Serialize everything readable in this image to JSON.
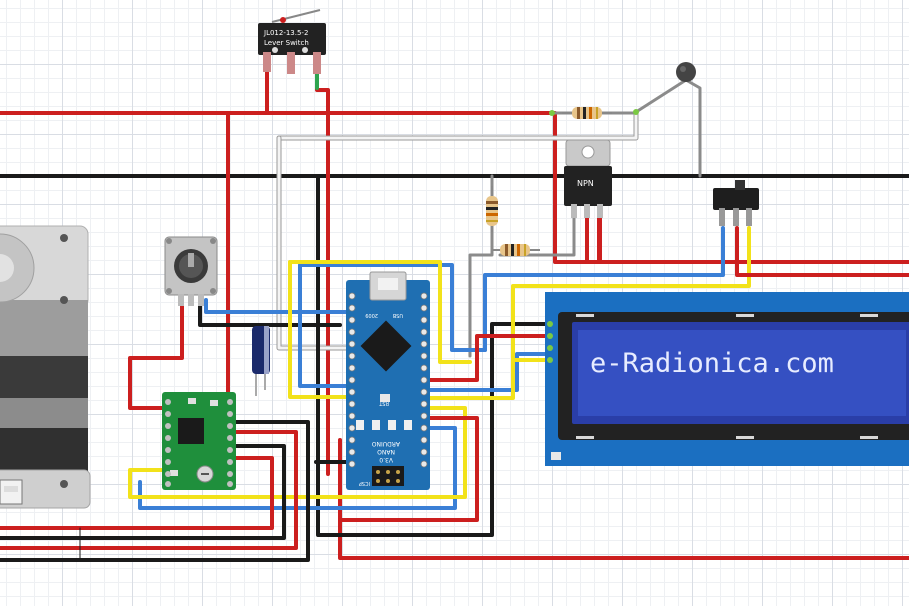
{
  "switch": {
    "label_line1": "JL012-13.5-2",
    "label_line2": "Lever Switch"
  },
  "transistor": {
    "label": "NPN"
  },
  "arduino": {
    "board_name": "ARDUINO",
    "board_model": "NANO",
    "version": "V3.0",
    "usb_label": "USB",
    "icsp_label": "ICSP",
    "reset_label": "RST",
    "year_label": "2009"
  },
  "lcd": {
    "text": "e-Radionica.com"
  },
  "colors": {
    "red_wire": "#cc1f1f",
    "black_wire": "#1a1a1a",
    "blue_wire": "#3a7fd6",
    "yellow_wire": "#f2e21a",
    "gray_wire": "#9a9a9a",
    "white_wire": "#f4f4f4",
    "arduino_board": "#1f6fb2",
    "driver_board": "#1f8f3c",
    "lcd_panel": "#1b6fc1",
    "lcd_screen": "#2a3ea8"
  }
}
